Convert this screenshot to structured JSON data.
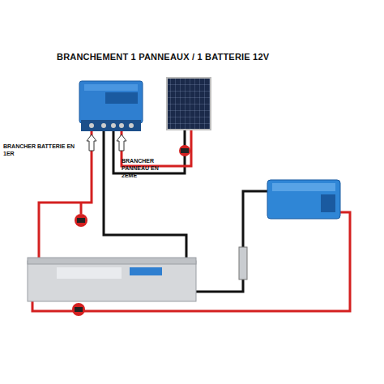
{
  "diagram": {
    "title": "BRANCHEMENT 1 PANNEAUX / 1 BATTERIE 12V",
    "labels": [
      "BRANCHER BATTERIE EN 1ER",
      "BRANCHER PANNEAU EN 2EME"
    ]
  }
}
